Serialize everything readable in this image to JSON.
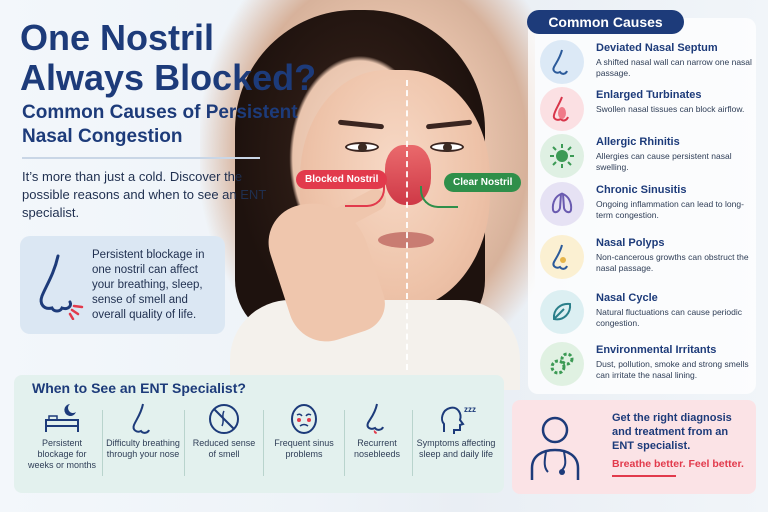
{
  "header": {
    "title": "One Nostril Always Blocked?",
    "subtitle": "Common Causes of Persistent Nasal Congestion",
    "intro": "It’s more than just a cold. Discover the possible reasons and when to see an ENT specialist."
  },
  "info_box": {
    "text": "Persistent blockage in one nostril can affect your breathing, sleep, sense of smell and overall quality of life.",
    "icon": "nose-icon"
  },
  "photo": {
    "blocked_label": "Blocked Nostril",
    "clear_label": "Clear Nostril"
  },
  "causes": {
    "heading": "Common Causes",
    "items": [
      {
        "name": "Deviated Nasal Septum",
        "desc": "A shifted nasal wall can narrow one nasal passage.",
        "icon": "nose-icon",
        "color": "#dce9f6"
      },
      {
        "name": "Enlarged Turbinates",
        "desc": "Swollen nasal tissues can block airflow.",
        "icon": "nasal-tissue-icon",
        "color": "#fbe0e3"
      },
      {
        "name": "Allergic Rhinitis",
        "desc": "Allergies can cause persistent nasal swelling.",
        "icon": "allergen-icon",
        "color": "#dff0e3"
      },
      {
        "name": "Chronic Sinusitis",
        "desc": "Ongoing inflammation can lead to long-term congestion.",
        "icon": "sinus-icon",
        "color": "#e6e2f4"
      },
      {
        "name": "Nasal Polyps",
        "desc": "Non-cancerous growths can obstruct the nasal passage.",
        "icon": "polyp-icon",
        "color": "#fbf0d2"
      },
      {
        "name": "Nasal Cycle",
        "desc": "Natural fluctuations can cause periodic congestion.",
        "icon": "cycle-icon",
        "color": "#dceff2"
      },
      {
        "name": "Environmental Irritants",
        "desc": "Dust, pollution, smoke and strong smells can irritate the nasal lining.",
        "icon": "gears-icon",
        "color": "#e0f1e2"
      }
    ]
  },
  "ent": {
    "heading": "When to See an ENT Specialist?",
    "items": [
      {
        "label": "Persistent blockage for weeks or months",
        "icon": "bed-moon-icon"
      },
      {
        "label": "Difficulty breathing through your nose",
        "icon": "nose-icon"
      },
      {
        "label": "Reduced sense of smell",
        "icon": "no-smell-icon"
      },
      {
        "label": "Frequent sinus problems",
        "icon": "sinus-face-icon"
      },
      {
        "label": "Recurrent nosebleeds",
        "icon": "nosebleed-icon"
      },
      {
        "label": "Symptoms affecting sleep and daily life",
        "icon": "sleep-head-icon"
      }
    ]
  },
  "cta": {
    "message": "Get the right diagnosis and treatment from an ENT specialist.",
    "tagline": "Breathe better. Feel better.",
    "icon": "doctor-icon"
  },
  "colors": {
    "navy": "#1d3b7a",
    "red": "#e23a4c",
    "green": "#2f8f4a"
  }
}
